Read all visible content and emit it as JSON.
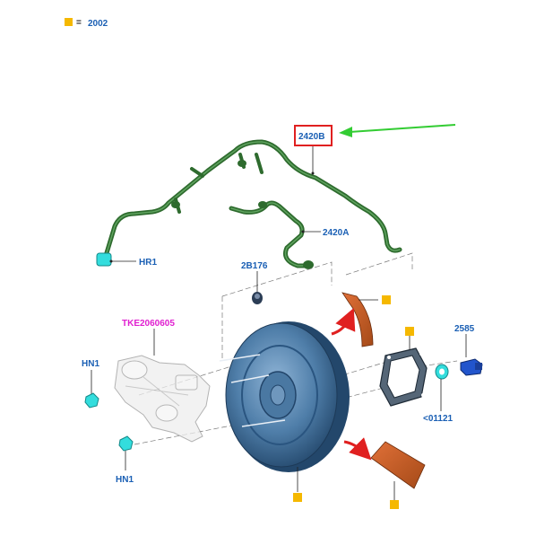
{
  "legend": {
    "symbol_color": "#f5b800",
    "equals": "=",
    "code": "2002"
  },
  "labels": {
    "main_hose": "2420B",
    "hose_2": "2420A",
    "hr1": "HR1",
    "clip": "2B176",
    "master_cylinder": "TKE2060605",
    "hn1_top": "HN1",
    "hn1_bottom": "HN1",
    "sensor": "2585",
    "grommet": "<01121"
  },
  "colors": {
    "label_blue": "#1a5fb4",
    "highlight_red": "#e02020",
    "arrow_green": "#33cc33",
    "accent_pink": "#e020d0",
    "hose_green": "#2e6b2e",
    "booster_blue": "#3f6f9a",
    "cyan_part": "#33dddd",
    "gasket_orange": "#b5541c",
    "marker_yellow": "#f5b800"
  }
}
